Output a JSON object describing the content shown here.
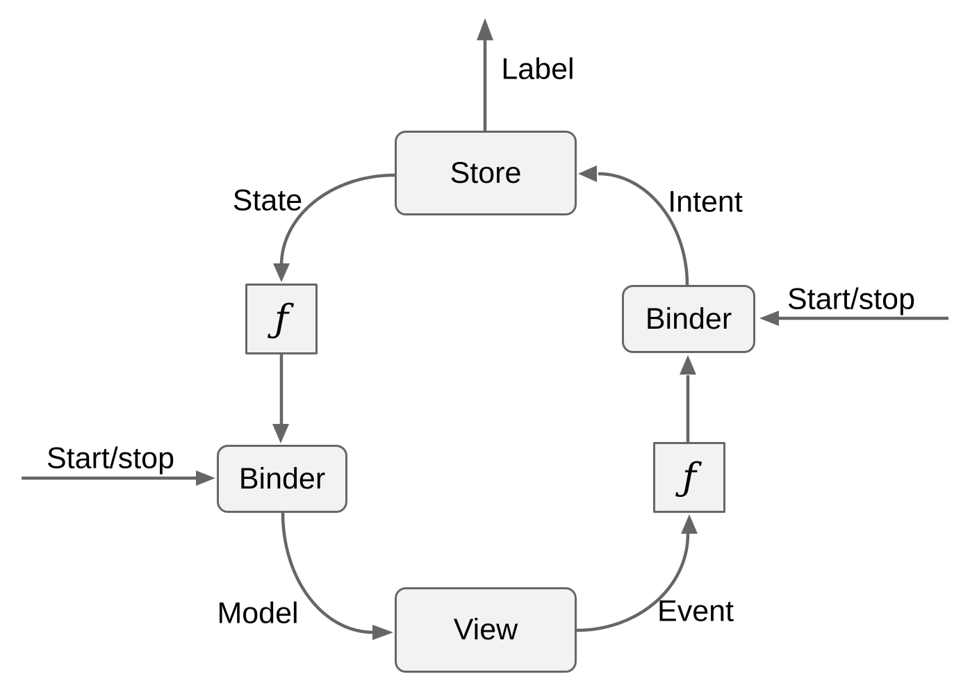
{
  "nodes": {
    "store": {
      "label": "Store"
    },
    "view": {
      "label": "View"
    },
    "binder_left": {
      "label": "Binder"
    },
    "binder_right": {
      "label": "Binder"
    },
    "mapper_left": {
      "label": "ƒ"
    },
    "mapper_right": {
      "label": "ƒ"
    }
  },
  "edges": {
    "label_output": {
      "label": "Label"
    },
    "state": {
      "label": "State"
    },
    "intent": {
      "label": "Intent"
    },
    "model": {
      "label": "Model"
    },
    "event": {
      "label": "Event"
    },
    "start_stop_left": {
      "label": "Start/stop"
    },
    "start_stop_right": {
      "label": "Start/stop"
    }
  },
  "colors": {
    "background": "#ffffff",
    "node_fill": "#f2f2f2",
    "node_border": "#666666",
    "arrow": "#666666",
    "text": "#000000"
  }
}
